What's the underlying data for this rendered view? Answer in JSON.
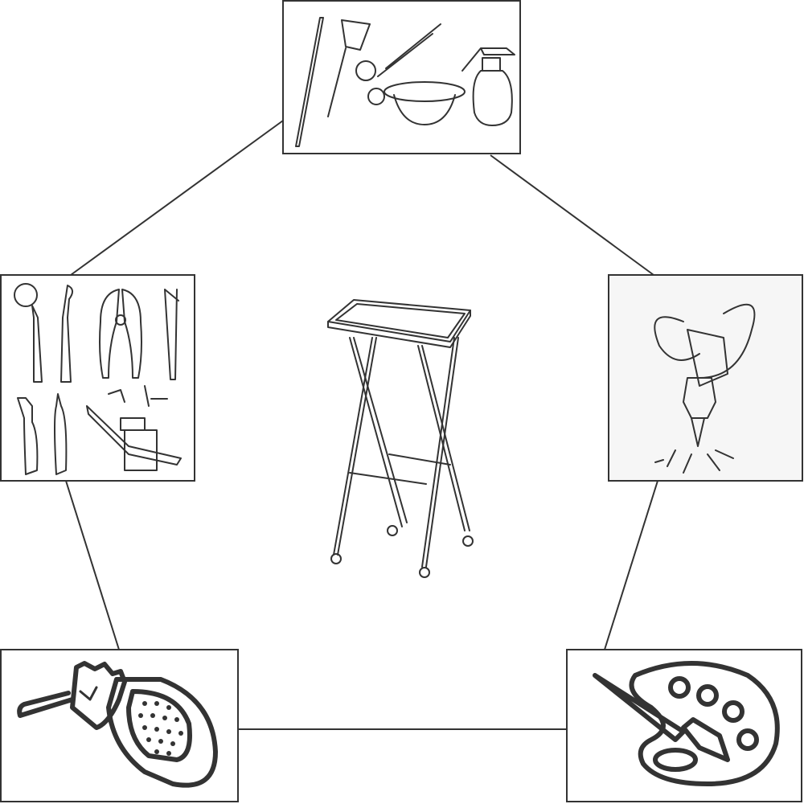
{
  "center": {
    "icon": "rolling-tray-stand-icon"
  },
  "panels": [
    {
      "position": "top",
      "icon": "hair-salon-tools-icon"
    },
    {
      "position": "left",
      "icon": "dental-tools-icon"
    },
    {
      "position": "right",
      "icon": "tattoo-machine-icon"
    },
    {
      "position": "bottom-left",
      "icon": "nail-manicure-tools-icon"
    },
    {
      "position": "bottom-right",
      "icon": "painting-palette-icon"
    }
  ],
  "colors": {
    "stroke": "#333333",
    "background": "#ffffff"
  }
}
